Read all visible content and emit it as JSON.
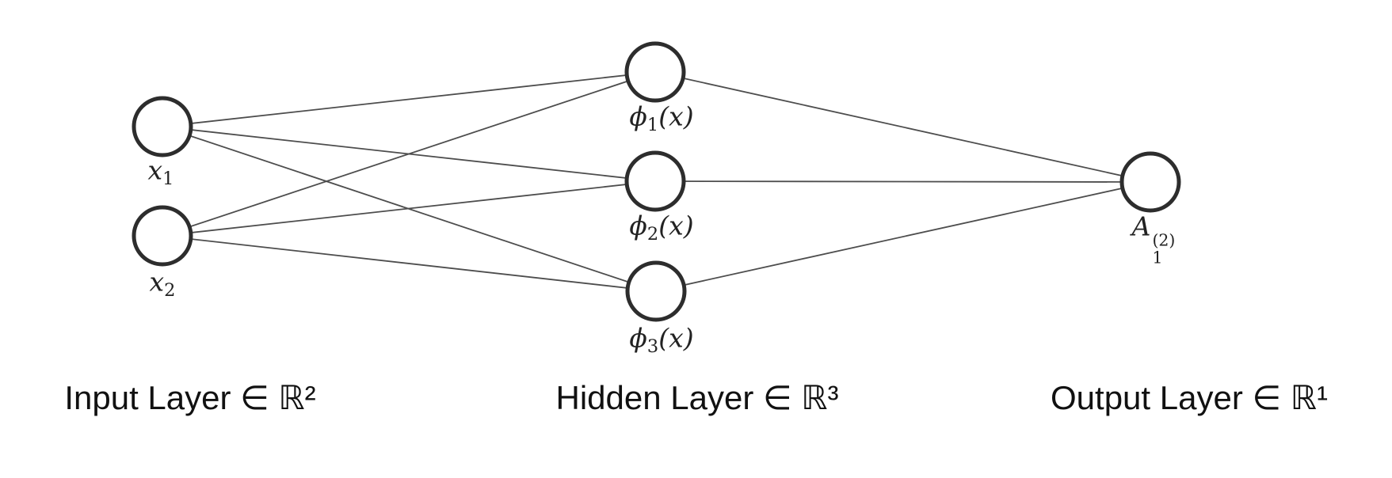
{
  "colors": {
    "background": "#ffffff",
    "edge": "#4d4d4d",
    "node_stroke": "#2d2d2d",
    "node_fill": "#ffffff",
    "text": "#111111"
  },
  "nodes": {
    "x1": {
      "base": "x",
      "sub": "1"
    },
    "x2": {
      "base": "x",
      "sub": "2"
    },
    "phi1": {
      "base": "ϕ",
      "sub": "1",
      "suffix": "(x)"
    },
    "phi2": {
      "base": "ϕ",
      "sub": "2",
      "suffix": "(x)"
    },
    "phi3": {
      "base": "ϕ",
      "sub": "3",
      "suffix": "(x)"
    },
    "output": {
      "base": "A",
      "sub": "1",
      "sup": "(2)"
    }
  },
  "captions": {
    "input": "Input Layer ∈ ℝ²",
    "hidden": "Hidden Layer ∈ ℝ³",
    "output": "Output Layer ∈ ℝ¹"
  },
  "structure": {
    "input_count": 2,
    "hidden_count": 3,
    "output_count": 1,
    "connectivity": "fully-connected"
  }
}
